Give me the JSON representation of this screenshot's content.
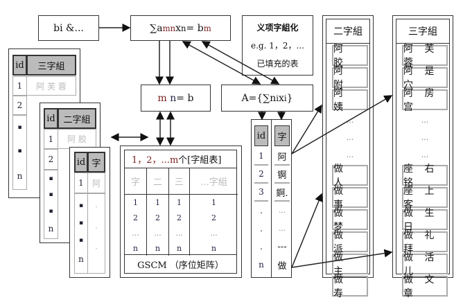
{
  "top": {
    "bi": "bi &...",
    "sum_eq": "∑a",
    "sum_sub1": "mn",
    "sum_x": "x",
    "sum_sub2": "n",
    "sum_eqb": "= b",
    "sum_sub3": "m"
  },
  "note": {
    "title": "义项字組化",
    "line2": "e.g. 1，2，...",
    "line3": "已填充的表"
  },
  "mnb": {
    "m": "m",
    "n": "n",
    "rest": " = b"
  },
  "A": {
    "text": "A={∑n",
    "i": "i",
    "x": " x",
    "i2": "i",
    "close": "}"
  },
  "table3": {
    "id": "id",
    "header": "三字組",
    "rows": [
      "1",
      "2",
      "▪",
      "▪",
      "n"
    ],
    "first": "阿 芙 蓉"
  },
  "table2": {
    "id": "id",
    "header": "二字組",
    "rows": [
      "1",
      "2",
      "▪",
      "▪",
      "▪",
      "n"
    ],
    "first": "阿 胶"
  },
  "table1": {
    "id": "id",
    "header": "字",
    "rows": [
      "1",
      "▪",
      "▪",
      "▪",
      "n"
    ],
    "first": "阿",
    "dots": [
      "·",
      "·",
      "·"
    ]
  },
  "gscm": {
    "title_nums": "1，2，...m",
    "title_rest": "个[字組表]",
    "cols": [
      "字",
      "二",
      "三",
      "...字組"
    ],
    "vals": [
      "1",
      "2",
      "...",
      "n"
    ],
    "footer": "GSCM （序位矩阵）"
  },
  "idtable": {
    "id": "id",
    "char": "字",
    "ids": [
      "1",
      "2",
      "3",
      ".",
      ".",
      ".",
      "n"
    ],
    "chars": [
      "阿",
      "锕",
      "錒.",
      "...",
      "...",
      "---",
      "做"
    ]
  },
  "two": {
    "header": "二字組",
    "items": [
      "阿 胶",
      "阿 附",
      "阿 姨",
      "...",
      "...",
      "...",
      "做 人",
      "做 事",
      "做 梦",
      "做 派",
      "做 主",
      "做 寿"
    ]
  },
  "three": {
    "header": "三字組",
    "items": [
      "阿 芙 蓉",
      "阿 是 穴",
      "阿 房 宫",
      "...",
      "...",
      "...",
      "座 右 铭",
      "座 上 客",
      "做 生 日",
      "做 礼 拜",
      "做 活 儿",
      "做 文 章"
    ]
  }
}
